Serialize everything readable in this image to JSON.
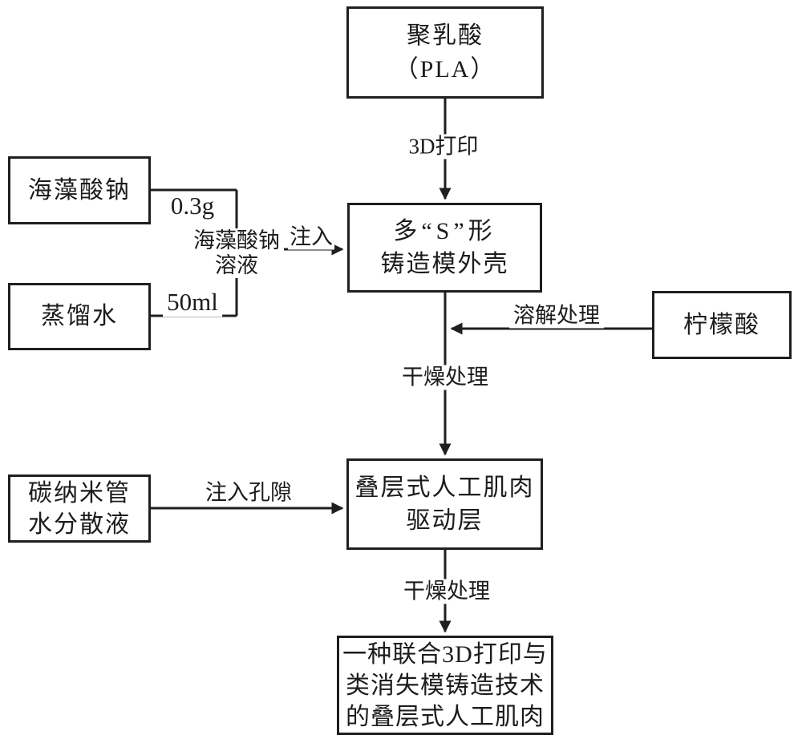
{
  "colors": {
    "background": "#ffffff",
    "line": "#1f1f1f",
    "text": "#1c1c1c"
  },
  "diagram": {
    "nodes": {
      "pla": {
        "line1": "聚乳酸",
        "line2": "（PLA）"
      },
      "s_mold": {
        "line1": "多“S”形",
        "line2": "铸造模外壳"
      },
      "sodium_alginate": {
        "line1": "海藻酸钠"
      },
      "distilled_water": {
        "line1": "蒸馏水"
      },
      "citric_acid": {
        "line1": "柠檬酸"
      },
      "cnt_dispersion": {
        "line1": "碳纳米管",
        "line2": "水分散液"
      },
      "actuator_layer": {
        "line1": "叠层式人工肌肉",
        "line2": "驱动层"
      },
      "final_product": {
        "line1": "一种联合3D打印与",
        "line2": "类消失模铸造技术",
        "line3": "的叠层式人工肌肉"
      }
    },
    "edge_labels": {
      "print_3d": "3D打印",
      "alginate_amount": "0.3g",
      "water_amount": "50ml",
      "alginate_solution_line1": "海藻酸钠",
      "alginate_solution_line2": "溶液",
      "inject": "注入",
      "dissolve": "溶解处理",
      "dry_after_mold": "干燥处理",
      "inject_pores": "注入孔隙",
      "dry_after_actuator": "干燥处理"
    }
  }
}
